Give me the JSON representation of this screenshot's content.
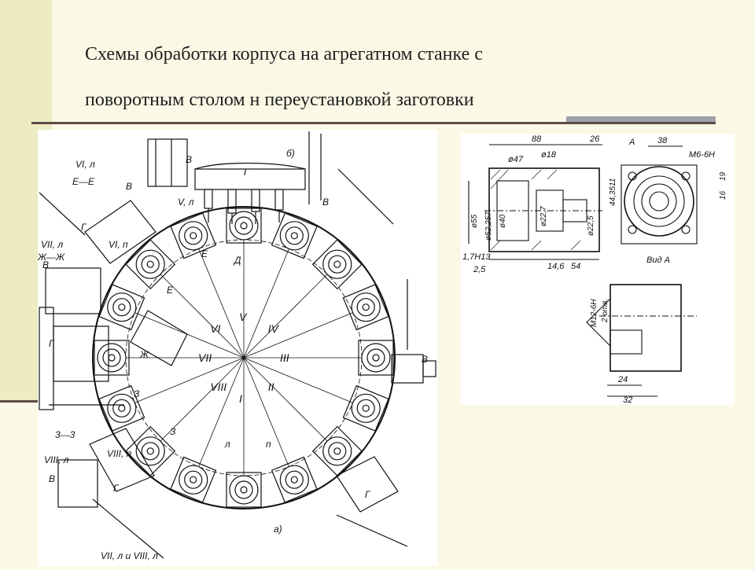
{
  "slide": {
    "title_line1": "Схемы обработки корпуса на агрегатном станке с",
    "title_line2": "поворотным столом н переустановкой заготовки"
  },
  "colors": {
    "background": "#FBF9E6",
    "left_band": "#EDEBC3",
    "rule_dark": "#5e4a45",
    "rule_grey": "#9ea1a8",
    "ink": "#111111"
  },
  "main_drawing": {
    "positions": [
      "I",
      "II",
      "III",
      "IV",
      "V",
      "VI",
      "VII",
      "VIII"
    ],
    "section_labels": {
      "view_6l": "VI, л",
      "view_ee": "Е—Е",
      "view_vl": "V, л",
      "view_7l": "VII, л",
      "view_zhzh": "Ж—Ж",
      "view_6p": "VI, п",
      "view_33": "3—3",
      "view_8l": "VIII, л",
      "view_8p": "VIII, п",
      "caption_bottom": "VII, л  и  VIII, л",
      "caption_a": "а)",
      "caption_b": "б)"
    },
    "letters": {
      "g": "Г",
      "v": "В",
      "d": "Д",
      "e": "Е",
      "zh": "Ж",
      "z": "З",
      "l": "л",
      "p": "п"
    }
  },
  "detail_drawing": {
    "dims": {
      "d88": "88",
      "d26": "26",
      "d18": "ø18",
      "d47": "ø47",
      "d55": "ø55",
      "d52": "ø52,257",
      "d40": "ø40",
      "d22": "ø22,7",
      "d17": "1,7Н13",
      "d25": "2,5",
      "d146": "14,6",
      "d54": "54",
      "d225": "ø22,5",
      "d44": "44,3511",
      "d38": "38",
      "m6": "М6-6Н",
      "d19": "19",
      "d16": "16",
      "a_mark": "А",
      "view_a": "Вид А",
      "m12": "М12-6Н",
      "holes": "2 отв.",
      "d24": "24",
      "d32": "32"
    }
  }
}
